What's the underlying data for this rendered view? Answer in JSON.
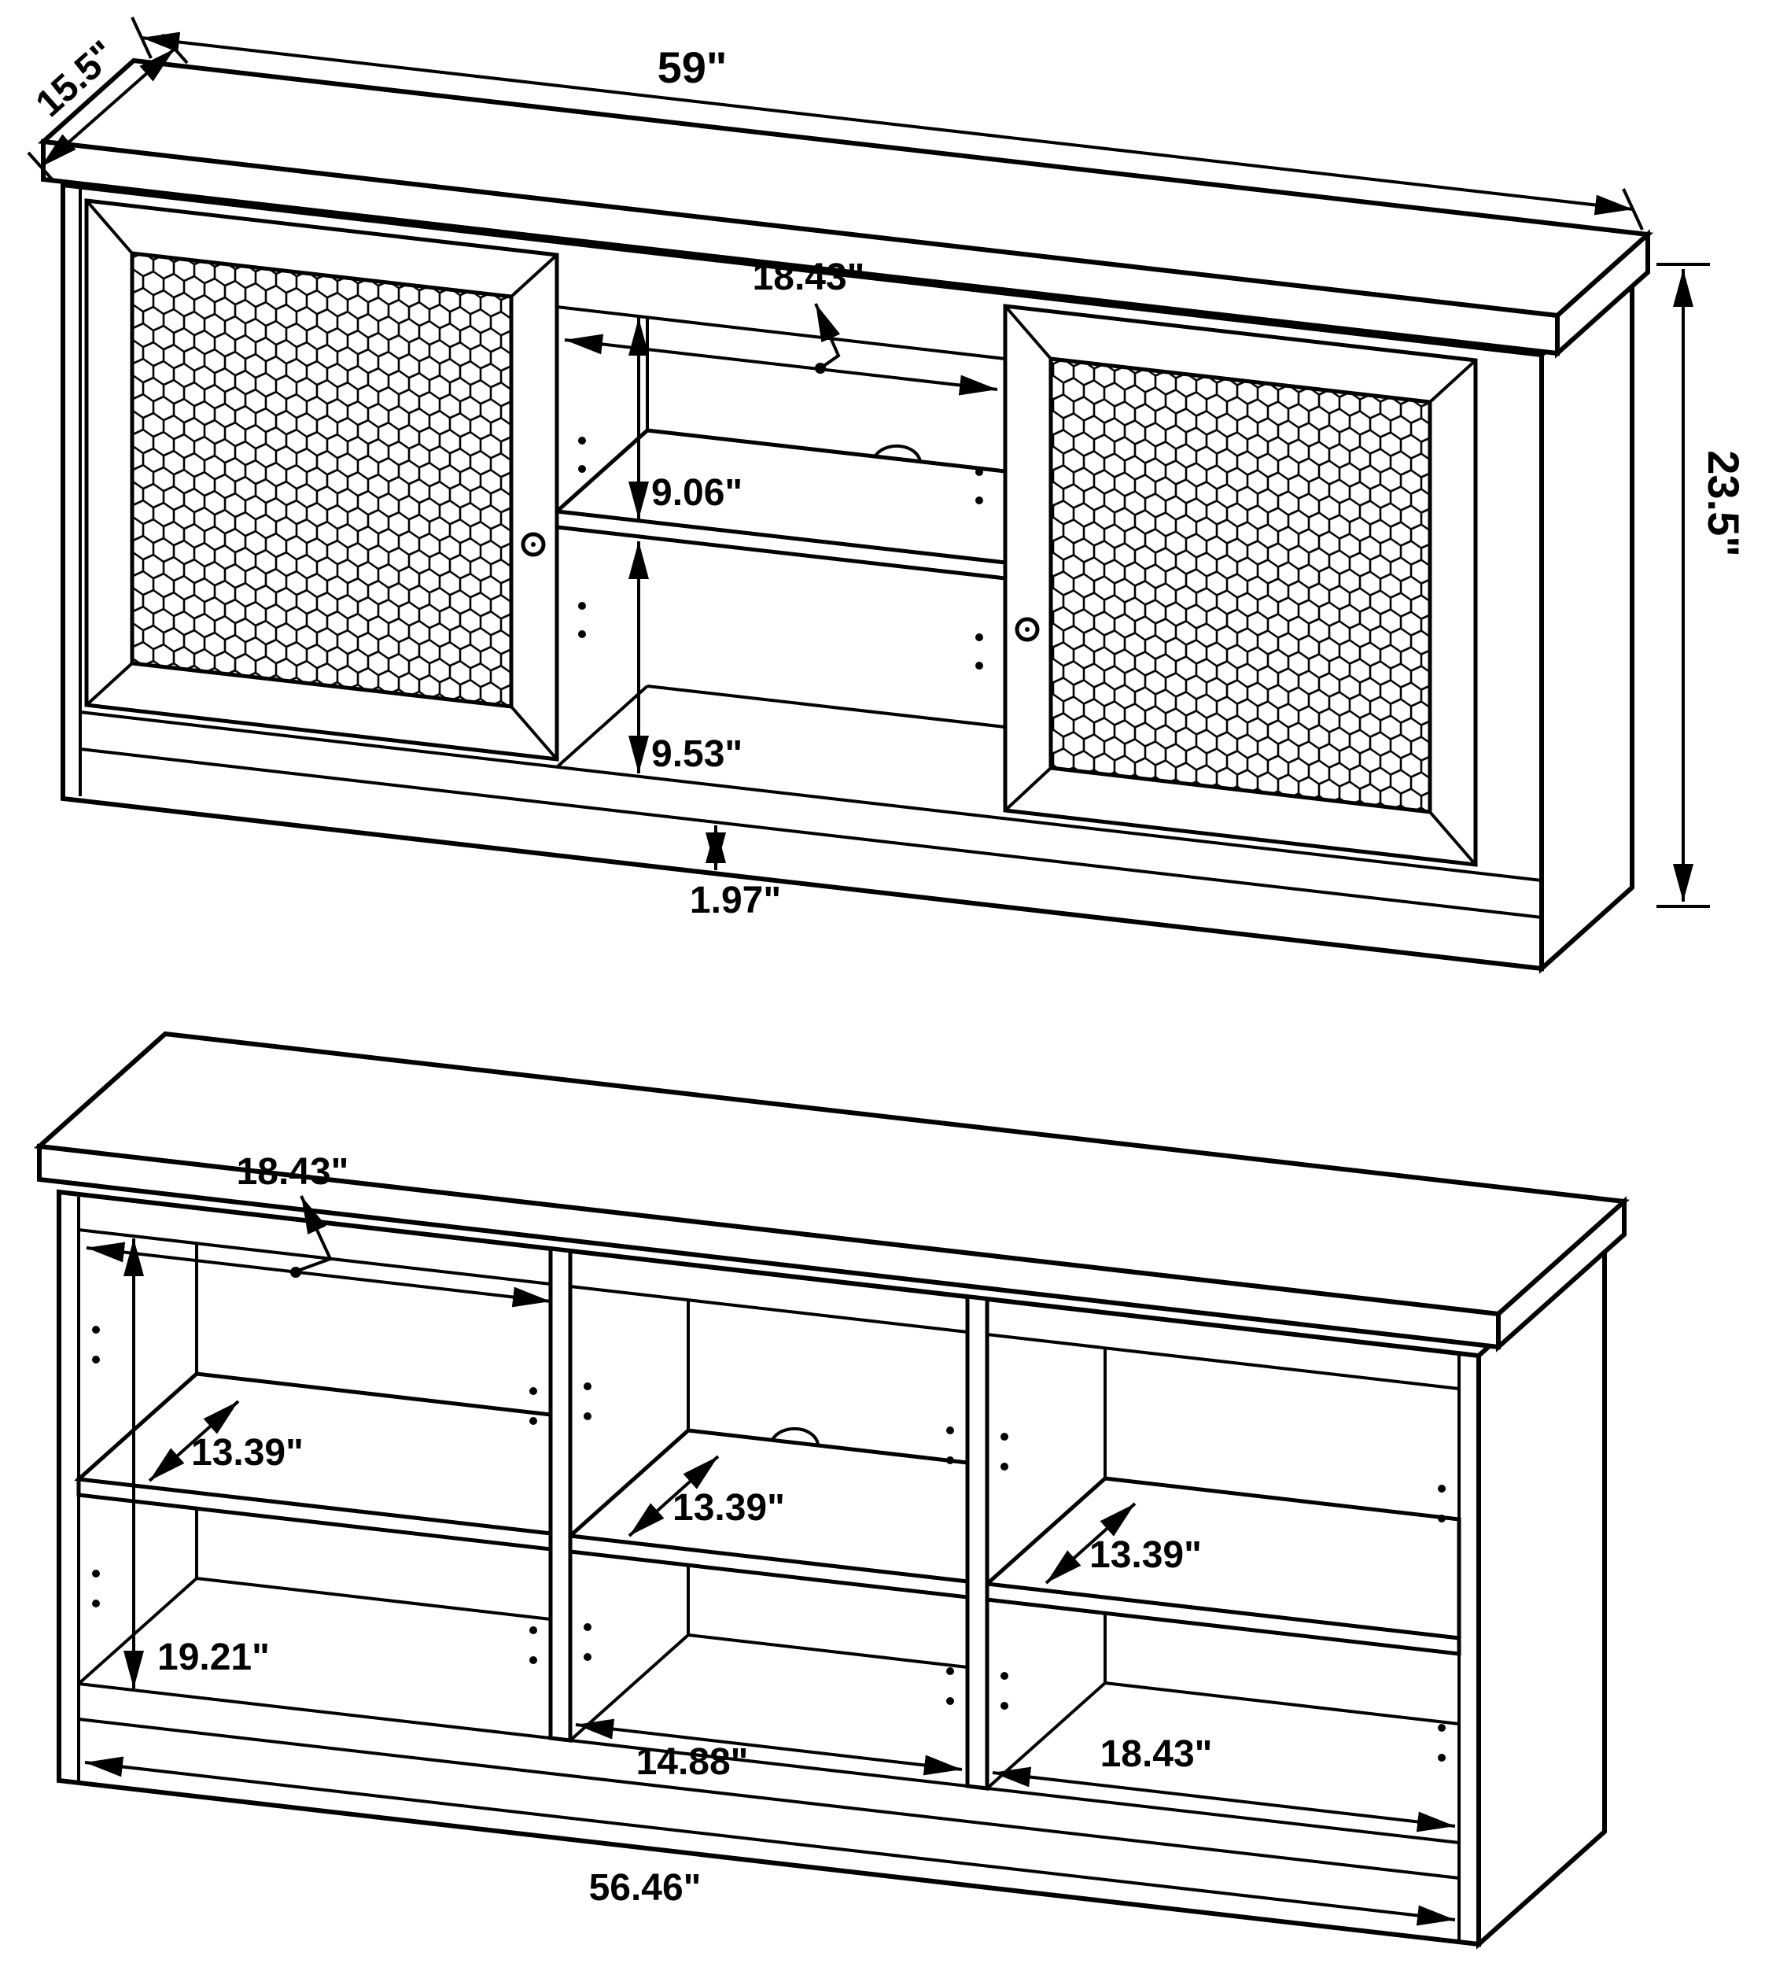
{
  "meta": {
    "background": "#ffffff",
    "line_color": "#000000",
    "drawing_type": "furniture dimension diagram"
  },
  "assembled": {
    "width": "59\"",
    "depth": "15.5\"",
    "height": "23.5\"",
    "opening_width": "18.43\"",
    "upper_opening_height": "9.06\"",
    "lower_opening_height": "9.53\"",
    "toe_kick_height": "1.97\""
  },
  "open": {
    "left_opening_width": "18.43\"",
    "interior_height": "19.21\"",
    "shelf_depths": [
      "13.39\"",
      "13.39\"",
      "13.39\""
    ],
    "middle_opening_width": "14.88\"",
    "right_opening_width": "18.43\"",
    "interior_width": "56.46\""
  }
}
